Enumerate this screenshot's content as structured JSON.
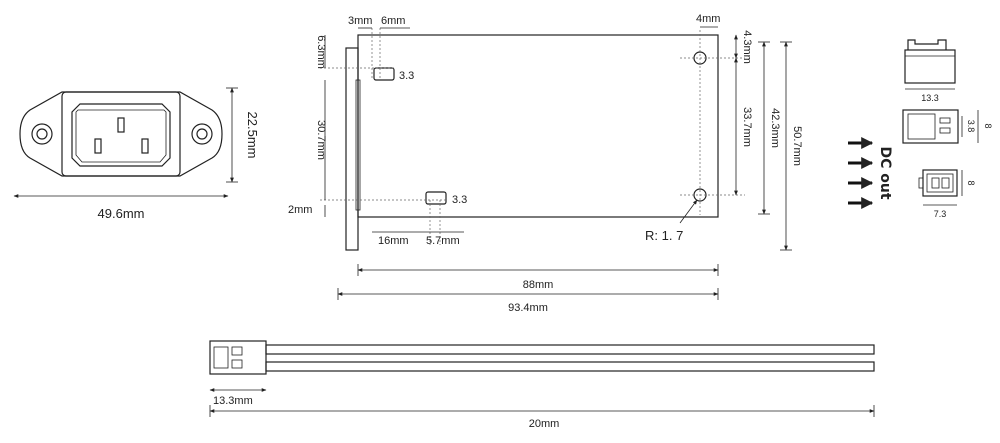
{
  "socket": {
    "width_label": "49.6mm",
    "height_label": "22.5mm"
  },
  "board": {
    "dim_3mm": "3mm",
    "dim_6mm": "6mm",
    "dim_4mm": "4mm",
    "dim_6_3mm": "6.3mm",
    "dim_30_7mm": "30.7mm",
    "dim_2mm": "2mm",
    "dim_16mm": "16mm",
    "dim_5_7mm": "5.7mm",
    "dim_4_3mm": "4.3mm",
    "dim_33_7mm": "33.7mm",
    "dim_42_3mm": "42.3mm",
    "dim_50_7mm": "50.7mm",
    "dim_88mm": "88mm",
    "dim_93_4mm": "93.4mm",
    "slot_top_label": "3.3",
    "slot_bottom_label": "3.3",
    "radius_label": "R: 1. 7"
  },
  "connector": {
    "top_width": "13.3",
    "mid_height": "3.8",
    "mid_side": "8",
    "bottom_side": "8",
    "bottom_width": "7.3",
    "dc_out": "DC out"
  },
  "cable": {
    "plug_width": "13.3mm",
    "length": "20mm"
  }
}
